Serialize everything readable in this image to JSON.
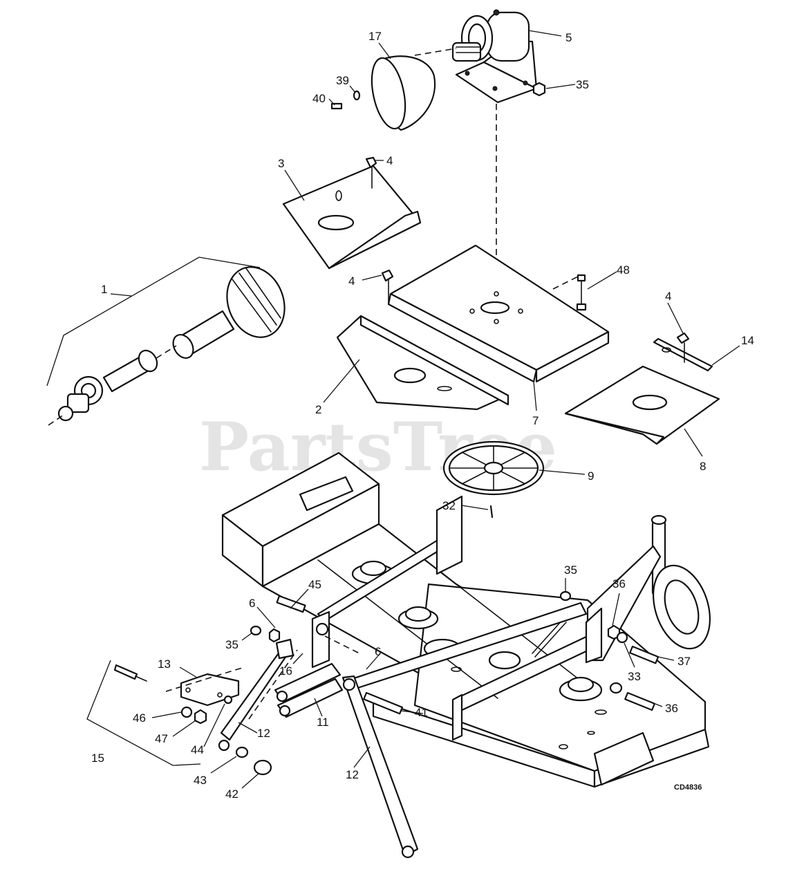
{
  "watermark": "PartsTree",
  "figure_code": "CD4836",
  "callouts": [
    "1",
    "2",
    "3",
    "4",
    "4",
    "4",
    "5",
    "6",
    "6",
    "7",
    "8",
    "9",
    "11",
    "12",
    "12",
    "13",
    "14",
    "15",
    "16",
    "17",
    "32",
    "33",
    "35",
    "35",
    "35",
    "36",
    "36",
    "37",
    "39",
    "40",
    "41",
    "42",
    "43",
    "44",
    "45",
    "46",
    "47",
    "48"
  ],
  "icons": {
    "gearbox": "gearbox-icon",
    "driveshaft": "driveshaft-icon",
    "pulley": "pulley-icon",
    "deck": "mower-deck-icon",
    "caster_wheel": "caster-wheel-icon"
  }
}
